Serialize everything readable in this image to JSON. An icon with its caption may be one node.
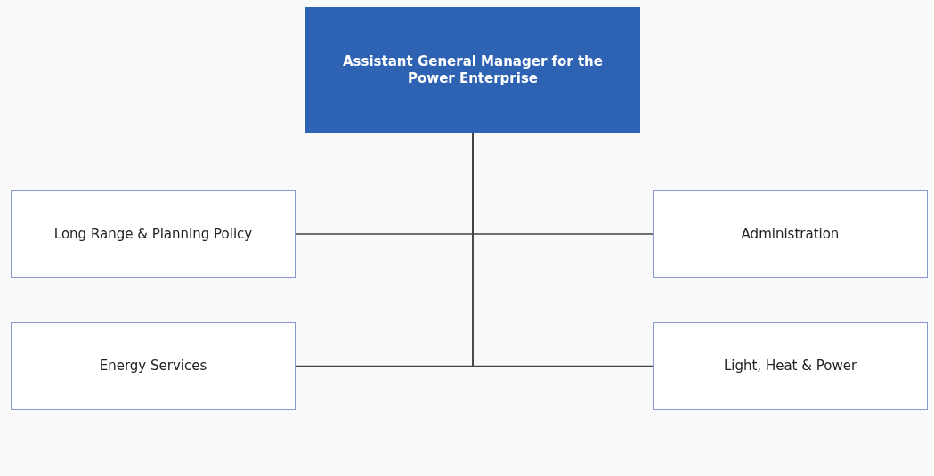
{
  "diagram": {
    "nodes": [
      {
        "text": [
          "Assistant General Manager for the Power Enterprise"
        ]
      },
      {
        "text": [
          "Long Range & Planning Policy"
        ]
      },
      {
        "text": [
          "Administration"
        ]
      },
      {
        "text": [
          "Energy Services"
        ]
      },
      {
        "text": [
          "Light, Heat & Power"
        ]
      }
    ],
    "edges": [
      {
        "from": 0,
        "to": 1,
        "arrow": "none"
      },
      {
        "from": 0,
        "to": 2,
        "arrow": "none"
      },
      {
        "from": 0,
        "to": 3,
        "arrow": "none"
      },
      {
        "from": 0,
        "to": 4,
        "arrow": "none"
      }
    ]
  }
}
